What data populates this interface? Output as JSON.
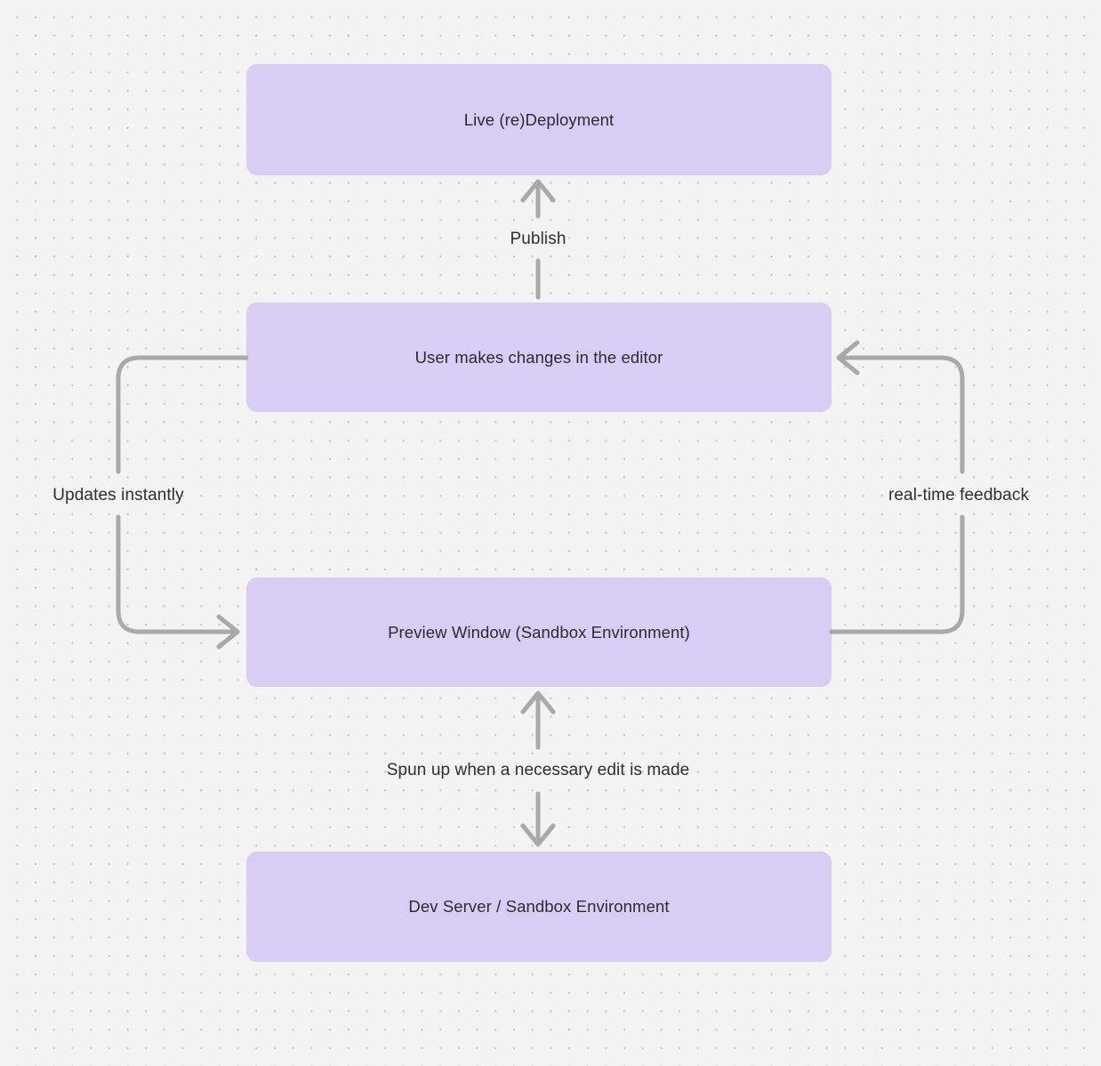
{
  "colors": {
    "background": "#f4f3f4",
    "dot": "#c7c7c7",
    "node_fill": "#d8cdf5",
    "node_text": "#2b2b30",
    "arrow": "#a9a9a9",
    "label_text": "#2f2f33"
  },
  "diagram": {
    "nodes": [
      {
        "id": "live-redeployment",
        "label": "Live (re)Deployment"
      },
      {
        "id": "editor-changes",
        "label": "User makes changes in the editor"
      },
      {
        "id": "preview-window",
        "label": "Preview Window (Sandbox Environment)"
      },
      {
        "id": "dev-server",
        "label": "Dev Server / Sandbox Environment"
      }
    ],
    "edges": [
      {
        "id": "publish",
        "label": "Publish",
        "from": "editor-changes",
        "to": "live-redeployment",
        "direction": "up"
      },
      {
        "id": "updates-instantly",
        "label": "Updates instantly",
        "from": "editor-changes",
        "to": "preview-window",
        "direction": "left-loop"
      },
      {
        "id": "real-time-feedback",
        "label": "real-time feedback",
        "from": "preview-window",
        "to": "editor-changes",
        "direction": "right-loop"
      },
      {
        "id": "spun-up",
        "label": "Spun up when a necessary edit is made",
        "from": "dev-server",
        "to": "preview-window",
        "direction": "bidirectional"
      }
    ]
  }
}
